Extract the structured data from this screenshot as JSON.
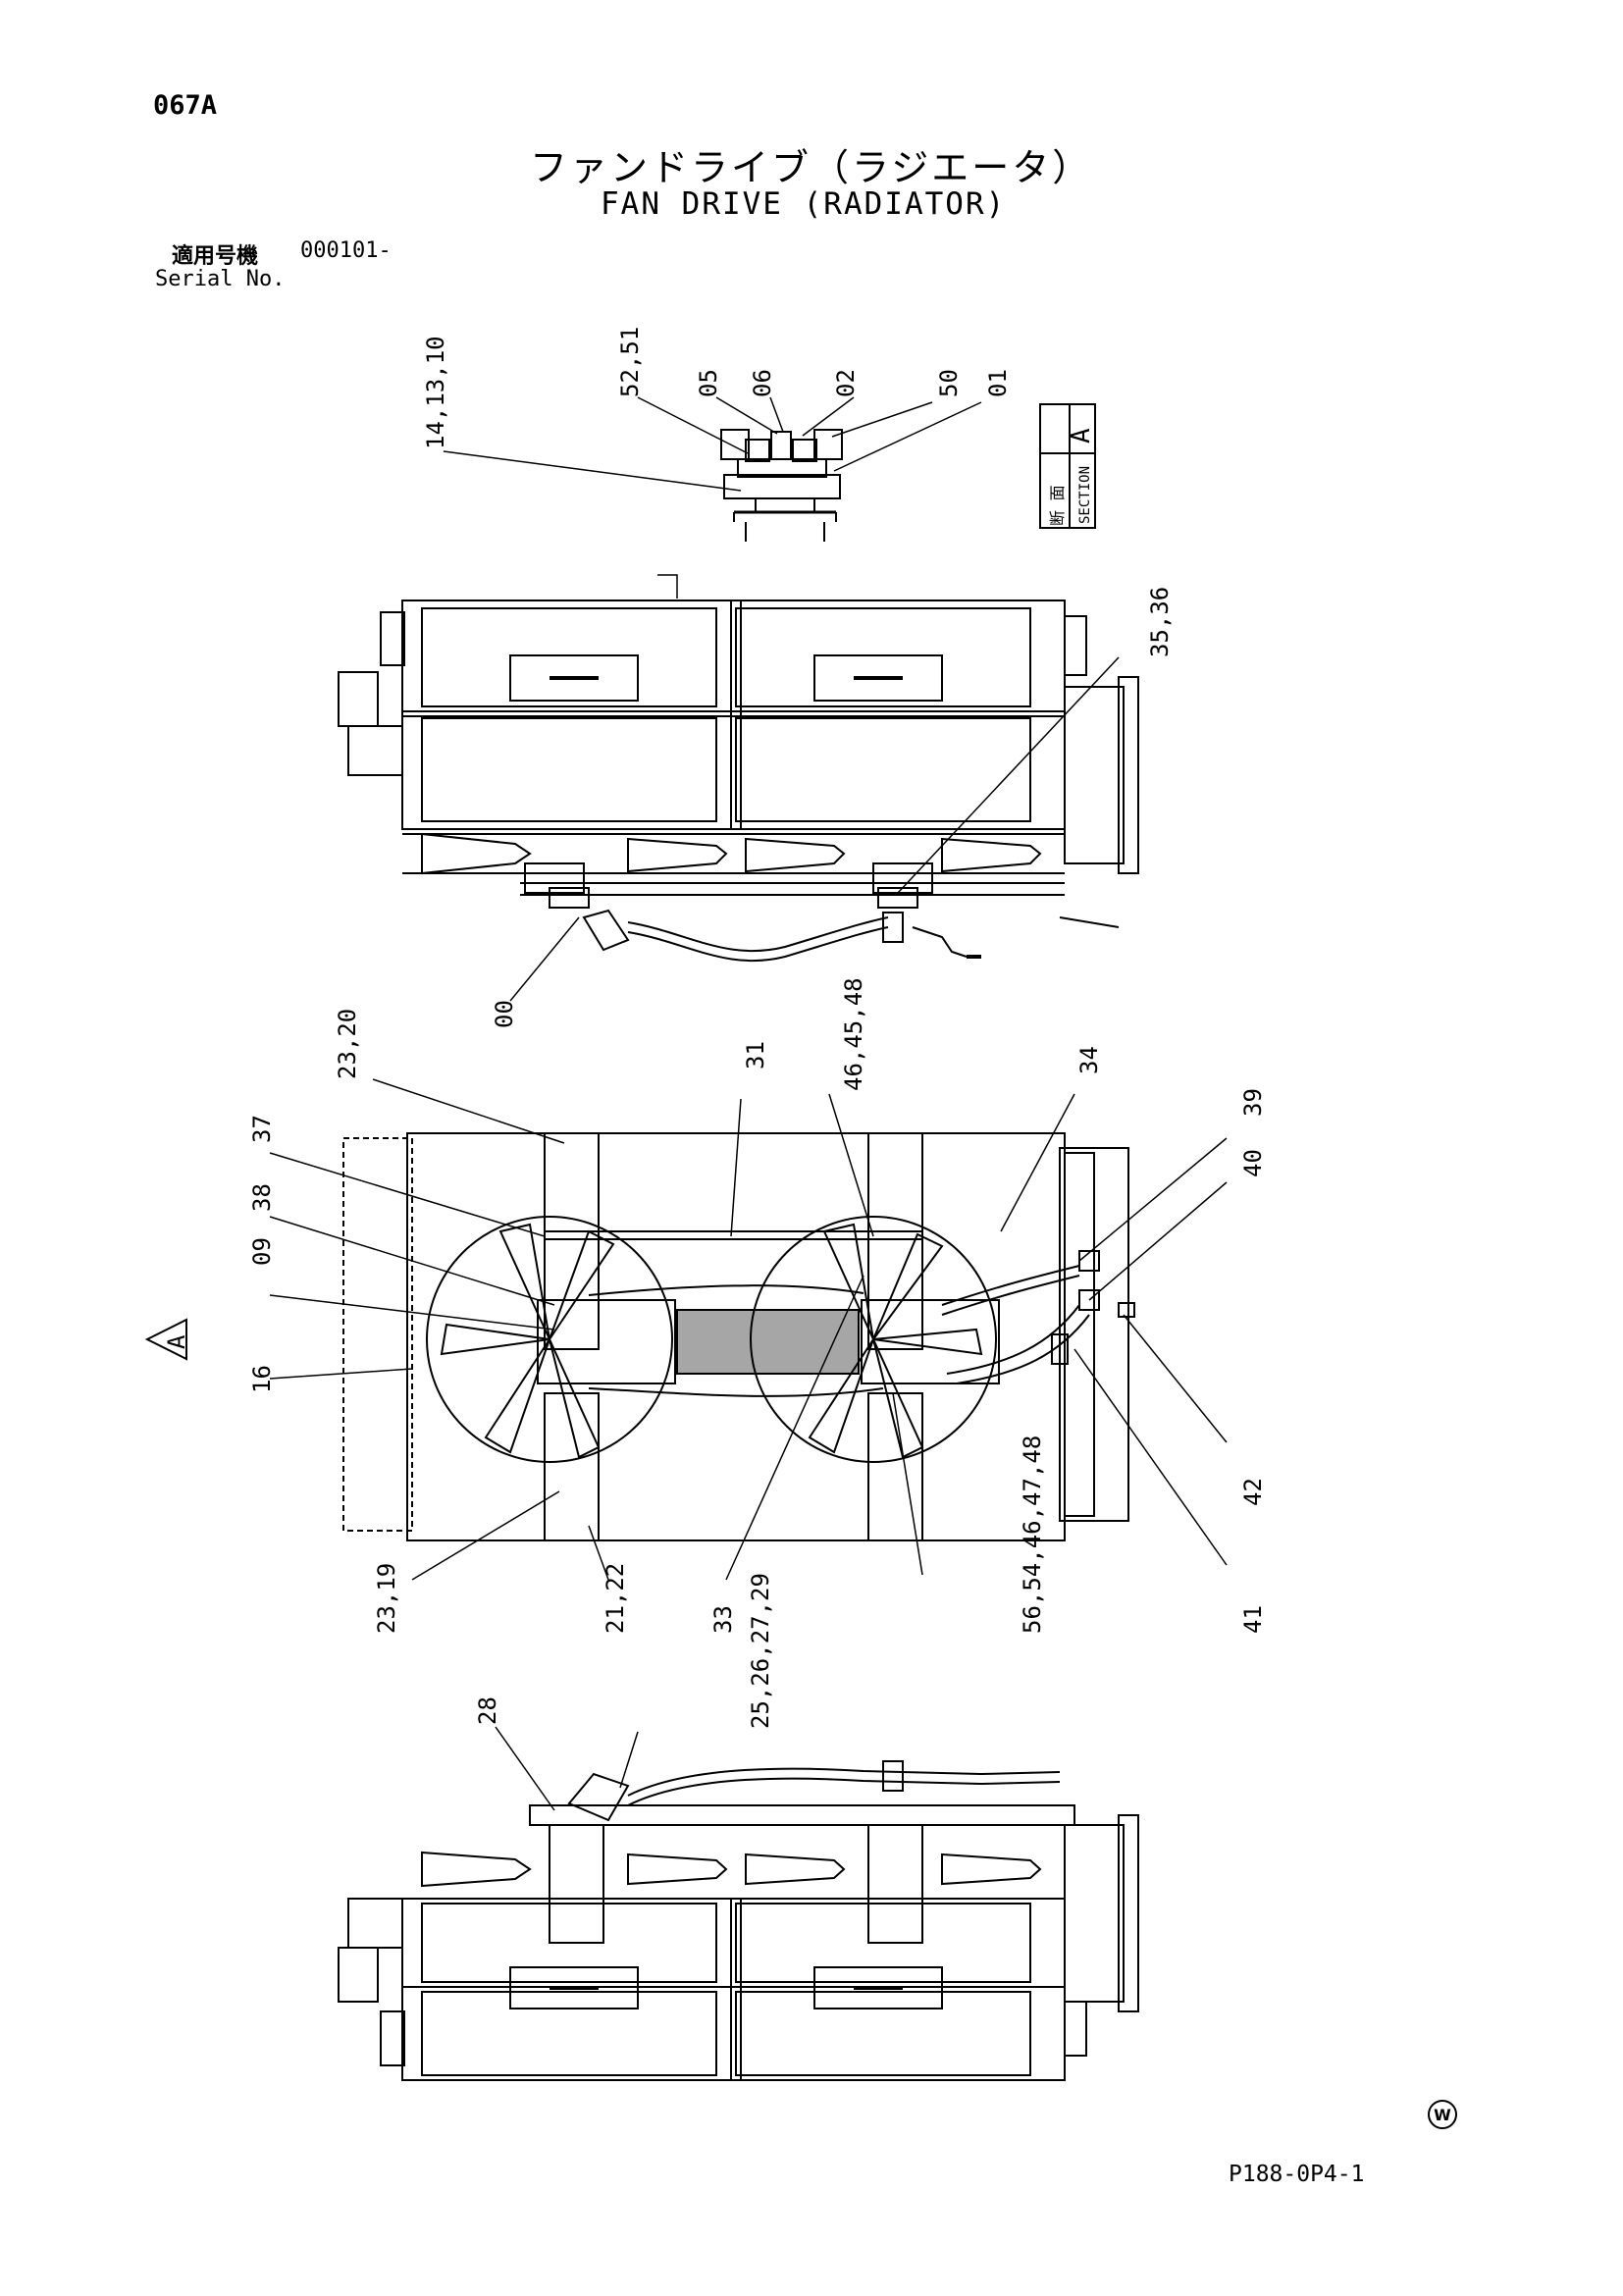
{
  "header": {
    "page_code": "067A",
    "title_jp": "ファンドライブ（ラジエータ）",
    "title_en": "FAN DRIVE (RADIATOR)",
    "serial_label_jp": "適用号機",
    "serial_value": "000101-",
    "serial_label_en": "Serial No."
  },
  "section_box": {
    "jp": "断 面",
    "en": "SECTION",
    "letter": "A"
  },
  "view_marker": "A",
  "callouts": {
    "section": [
      "14,13,10",
      "52,51",
      "05",
      "06",
      "02",
      "50",
      "01"
    ],
    "top_view": [
      "35,36",
      "00"
    ],
    "plan_view": [
      "23,20",
      "37",
      "38",
      "09",
      "16",
      "31",
      "46,45,48",
      "34",
      "39",
      "40",
      "42",
      "41",
      "23,19",
      "21,22",
      "33",
      "56,54,46,47,48"
    ],
    "bottom_view": [
      "28",
      "25,26,27,29"
    ]
  },
  "footer": {
    "drawing_code": "P188-0P4-1",
    "w_mark": "W"
  }
}
